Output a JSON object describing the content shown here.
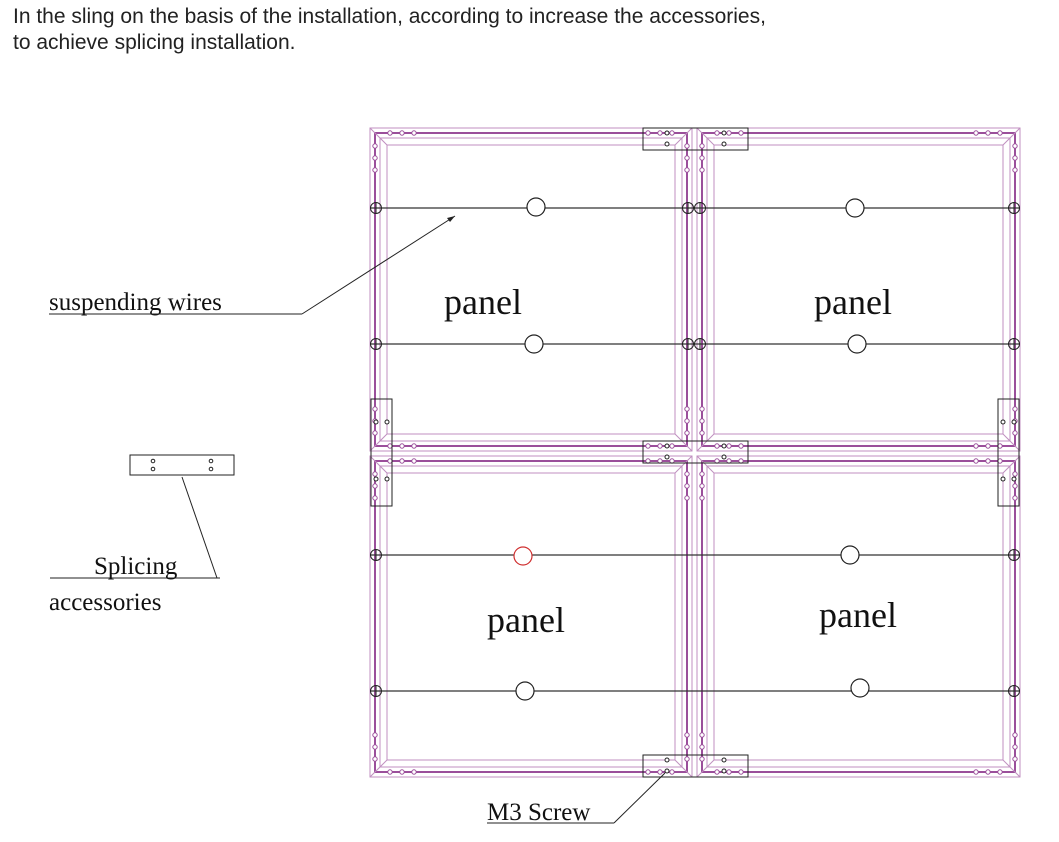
{
  "caption": {
    "line1": "In the sling on the basis of the installation, according to increase the accessories,",
    "line2": "to achieve splicing installation."
  },
  "labels": {
    "suspending_wires": "suspending wires",
    "splicing": "Splicing",
    "accessories": "accessories",
    "m3_screw": "M3 Screw",
    "panels": [
      "panel",
      "panel",
      "panel",
      "panel"
    ]
  },
  "colors": {
    "frame": "#9b4f9b",
    "frame_light": "#c08fc0",
    "line": "#222222",
    "highlight_hole": "#d03030"
  }
}
